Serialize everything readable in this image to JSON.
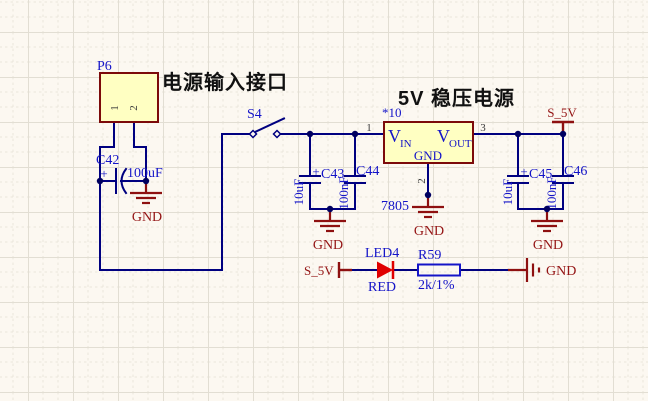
{
  "titles": {
    "power_input": "电源输入接口",
    "regulator_5v": "5V  稳压电源"
  },
  "p6": {
    "designator": "P6",
    "pin1": "1",
    "pin2": "2"
  },
  "c42": {
    "designator": "C42",
    "value": "100uF",
    "polarity": "+"
  },
  "s4": {
    "designator": "S4"
  },
  "u7805": {
    "comment": "*10",
    "part": "7805",
    "vin": "V",
    "vin_sub": "IN",
    "vout": "V",
    "vout_sub": "OUT",
    "gnd_pin": "GND",
    "pin1": "1",
    "pin2": "2",
    "pin3": "3"
  },
  "c43": {
    "designator": "C43",
    "value": "10uF",
    "polarity": "+"
  },
  "c44": {
    "designator": "C44",
    "value": "100nF"
  },
  "c45": {
    "designator": "C45",
    "value": "10uF",
    "polarity": "+"
  },
  "c46": {
    "designator": "C46",
    "value": "100nF"
  },
  "led4": {
    "designator": "LED4",
    "value": "RED"
  },
  "r59": {
    "designator": "R59",
    "value": "2k/1%"
  },
  "nets": {
    "gnd_c42": "GND",
    "gnd_c43c44": "GND",
    "gnd_u7805": "GND",
    "gnd_c45c46": "GND",
    "s5v_out": "S_5V",
    "s5v_led": "S_5V",
    "gnd_led": "GND"
  },
  "colors": {
    "background": "#FCF8F1",
    "wire": "#000080",
    "designator_text": "#1414C8",
    "net_text": "#941414",
    "component_border": "#7C0A0A",
    "component_fill": "#FFFFC2",
    "led_red": "#E00000"
  }
}
